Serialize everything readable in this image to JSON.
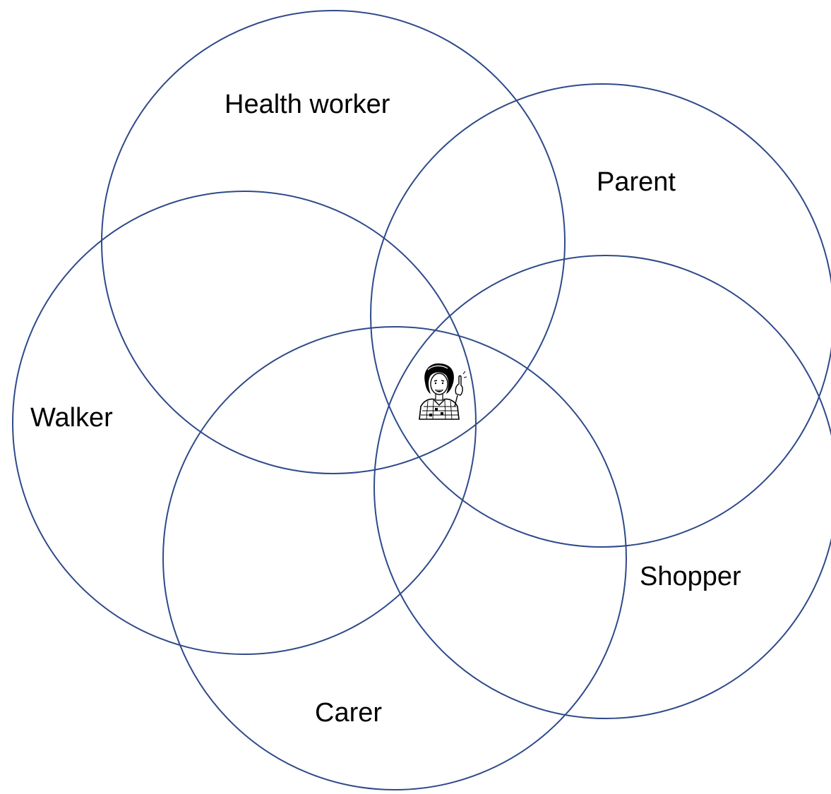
{
  "diagram": {
    "stroke_color": "#2e4a8a",
    "center_figure_icon": "retro-woman-pointing-icon",
    "sets": [
      {
        "id": "health-worker",
        "label": "Health worker"
      },
      {
        "id": "parent",
        "label": "Parent"
      },
      {
        "id": "walker",
        "label": "Walker"
      },
      {
        "id": "shopper",
        "label": "Shopper"
      },
      {
        "id": "carer",
        "label": "Carer"
      }
    ]
  }
}
